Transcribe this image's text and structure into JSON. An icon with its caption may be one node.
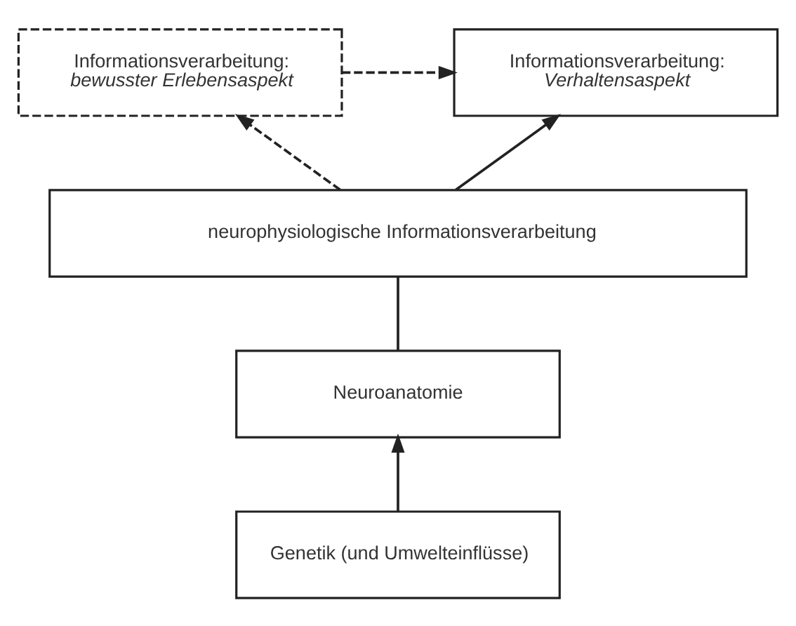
{
  "diagram": {
    "nodes": [
      {
        "text": [
          "Informationsverarbeitung:",
          "bewusster Erlebensaspekt"
        ]
      },
      {
        "text": [
          "Informationsverarbeitung:",
          "Verhaltensaspekt"
        ]
      },
      {
        "text": [
          "neurophysiologische Informationsverarbeitung"
        ]
      },
      {
        "text": [
          "Neuroanatomie"
        ]
      },
      {
        "text": [
          "Genetik (und Umwelteinflüsse)"
        ]
      }
    ],
    "edges": [
      {
        "from": 0,
        "to": 1,
        "arrow": "to",
        "style": "dashed"
      },
      {
        "from": 2,
        "to": 0,
        "arrow": "to",
        "style": "dashed"
      },
      {
        "from": 2,
        "to": 1,
        "arrow": "to"
      },
      {
        "from": 3,
        "to": 2,
        "arrow": "none"
      },
      {
        "from": 4,
        "to": 3,
        "arrow": "to"
      }
    ]
  }
}
